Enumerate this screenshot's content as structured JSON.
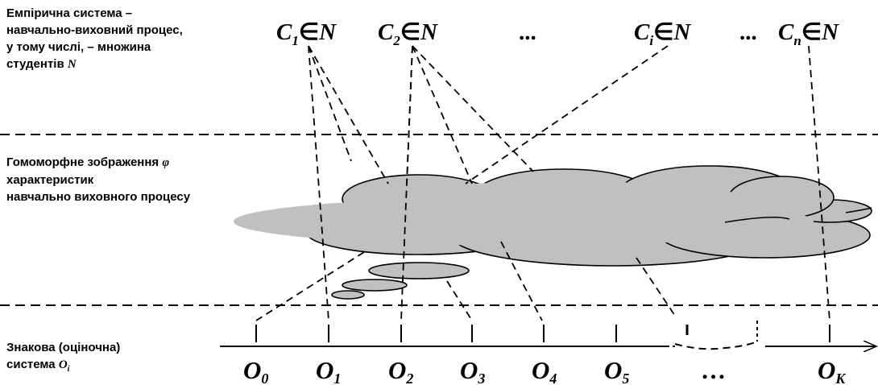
{
  "labels": {
    "empirical": [
      {
        "text": "Емпірична система –"
      },
      {
        "text": "навчально-виховний процес,"
      },
      {
        "text": "у тому числі, – множина"
      },
      {
        "text": "студентів ",
        "var": "N"
      }
    ],
    "homomorphic": [
      {
        "text": "Гомоморфне зображення ",
        "var": "φ"
      },
      {
        "text": "характеристик"
      },
      {
        "text": "навчально виховного процесу"
      }
    ],
    "sign_system": [
      {
        "text": "Знакова (оціночна)"
      },
      {
        "text": "система ",
        "var": "O",
        "sub": "i"
      }
    ]
  },
  "students": [
    {
      "base": "C",
      "sub": "1",
      "rel": "∈",
      "set": "N"
    },
    {
      "base": "C",
      "sub": "2",
      "rel": "∈",
      "set": "N"
    },
    {
      "text": "..."
    },
    {
      "base": "C",
      "sub": "i",
      "rel": "∈",
      "set": "N"
    },
    {
      "text": "..."
    },
    {
      "base": "C",
      "sub": "n",
      "rel": "∈",
      "set": "N"
    }
  ],
  "scale_marks": [
    {
      "base": "O",
      "sub": "0"
    },
    {
      "base": "O",
      "sub": "1"
    },
    {
      "base": "O",
      "sub": "2"
    },
    {
      "base": "O",
      "sub": "3"
    },
    {
      "base": "O",
      "sub": "4"
    },
    {
      "base": "O",
      "sub": "5"
    },
    {
      "text": "…"
    },
    {
      "base": "O",
      "sub": "K"
    }
  ],
  "colors": {
    "cloud_fill": "#c0c0c0",
    "stroke": "#000000"
  }
}
